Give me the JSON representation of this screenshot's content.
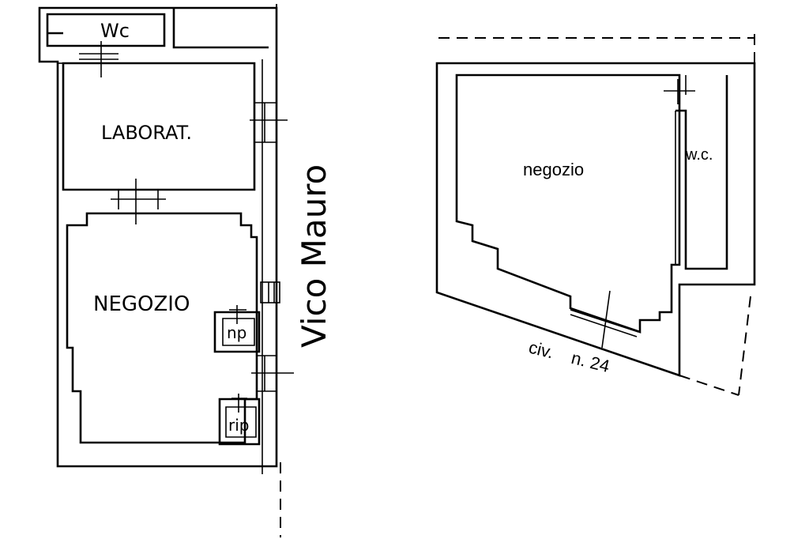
{
  "plan_left": {
    "wc_label": "Wc",
    "lab_label": "LABORAT.",
    "shop_label": "NEGOZIO",
    "street_label": "Vico Mauro",
    "np_label": "np",
    "rip_label": "rip"
  },
  "plan_right": {
    "shop_label": "negozio",
    "wc_label": "w.c.",
    "civic_label_prefix": "civ.",
    "civic_label_number": "n. 24"
  }
}
